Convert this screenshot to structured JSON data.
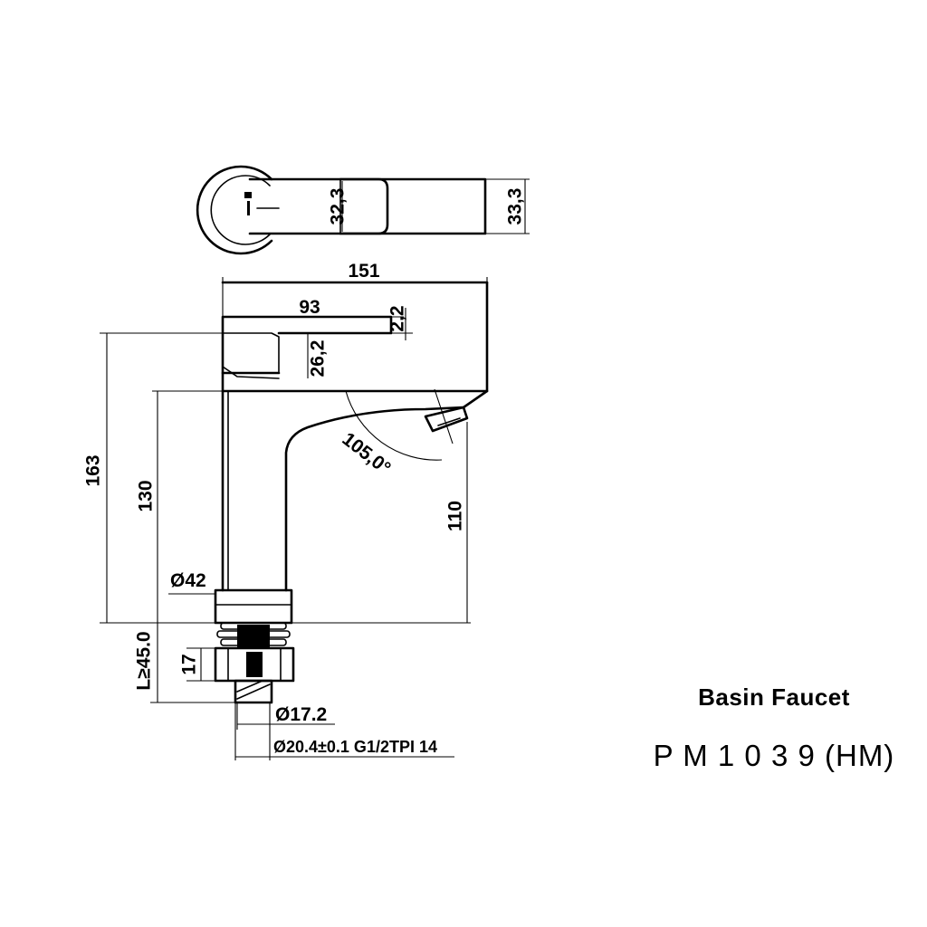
{
  "product": {
    "name": "Basin Faucet",
    "code": "P M 1 0 3 9 (HM)"
  },
  "dimensions": {
    "top_view_width_a": "32,3",
    "top_view_width_b": "33,3",
    "overall_length": "151",
    "handle_length": "93",
    "handle_offset": "2,2",
    "handle_height": "26,2",
    "total_height": "163",
    "body_height": "130",
    "spout_height": "110",
    "handle_angle": "105,0°",
    "base_diameter": "Ø42",
    "shank_length": "L≥45.0",
    "nut_height": "17",
    "inner_diameter": "Ø17.2",
    "thread_spec": "Ø20.4±0.1 G1/2TPI 14"
  }
}
